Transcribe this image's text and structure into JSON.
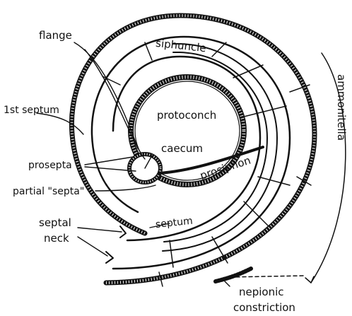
{
  "labels": {
    "flange": "flange",
    "siphuncle": "siphuncle",
    "first_septum": "1st septum",
    "protoconch": "protoconch",
    "caecum": "caecum",
    "prosepta": "prosepta",
    "prosiphon": "prosiphon",
    "partial_septa": "partial \"septa\"",
    "septum": "septum",
    "septal_neck_line1": "septal",
    "septal_neck_line2": "neck",
    "nepionic_line1": "nepionic",
    "nepionic_line2": "constriction",
    "side_label": "ammonitella"
  }
}
